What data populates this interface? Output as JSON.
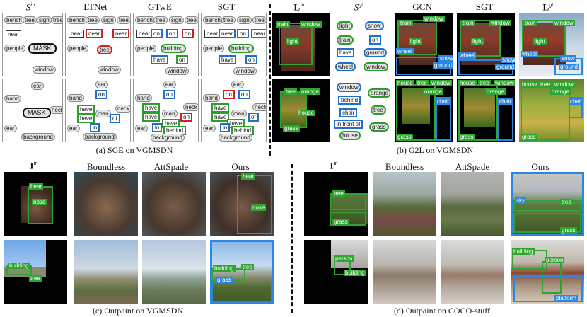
{
  "sge": {
    "headers": [
      "S^in",
      "LTNet",
      "GTwE",
      "SGT"
    ],
    "caption": "(a) SGE on VGMSDN",
    "top_row": {
      "input": [
        "bench",
        "tree",
        "sign",
        "tree",
        "near",
        "people",
        "MASK",
        "window"
      ],
      "ltnet": [
        "bench",
        "tree",
        "sign",
        "tree",
        "near",
        "near",
        "near",
        "people",
        "tree",
        "window"
      ],
      "gtwe": [
        "bench",
        "tree",
        "sign",
        "tree",
        "near",
        "on",
        "on",
        "on",
        "people",
        "building",
        "have",
        "on",
        "window"
      ],
      "sgt": [
        "bench",
        "tree",
        "sign",
        "tree",
        "near",
        "near",
        "on",
        "near",
        "people",
        "building",
        "have",
        "on",
        "window"
      ]
    },
    "bottom_row": {
      "input": [
        "ear",
        "hand",
        "neck",
        "MASK",
        "ear",
        "background"
      ],
      "ltnet": [
        "ear",
        "on",
        "hand",
        "have",
        "neck",
        "man",
        "have",
        "of",
        "ear",
        "in",
        "background"
      ],
      "gtwe": [
        "ear",
        "on",
        "hand",
        "have",
        "neck",
        "have",
        "man",
        "have",
        "on",
        "ear",
        "in",
        "behind",
        "background"
      ],
      "sgt": [
        "ear",
        "on",
        "on",
        "hand",
        "have",
        "have",
        "neck",
        "man",
        "have",
        "of",
        "ear",
        "in",
        "behind",
        "background"
      ]
    }
  },
  "g2l": {
    "headers": [
      "L^in",
      "S^gt",
      "GCN",
      "SGT",
      "L^gt"
    ],
    "caption": "(b) G2L on VGMSDN",
    "top_row": {
      "lin_tags": [
        "train",
        "window",
        "light"
      ],
      "sgt_nodes": [
        "light",
        "snow",
        "train",
        "on",
        "have",
        "ground",
        "wheel",
        "window"
      ],
      "gcn_tags": [
        "train",
        "window",
        "light",
        "wheel",
        "snow",
        "ground"
      ],
      "sgt_tags": [
        "train",
        "window",
        "light",
        "wheel",
        "snow",
        "ground"
      ],
      "lgt_tags": [
        "train",
        "window",
        "light",
        "wheel",
        "snow",
        "ground"
      ]
    },
    "bottom_row": {
      "lin_tags": [
        "tree",
        "orange",
        "house",
        "grass"
      ],
      "sgt_nodes": [
        "window",
        "orange",
        "behind",
        "chair",
        "tree",
        "in front of",
        "house",
        "grass"
      ],
      "gcn_tags": [
        "house",
        "tree",
        "window",
        "orange",
        "chair",
        "grass"
      ],
      "sgt_tags": [
        "house",
        "tree",
        "window",
        "orange",
        "chair",
        "grass"
      ],
      "lgt_tags": [
        "house",
        "tree",
        "window",
        "orange",
        "chair",
        "grass"
      ]
    }
  },
  "outpaint_vg": {
    "headers": [
      "I^in",
      "Boundless",
      "AttSpade",
      "Ours"
    ],
    "caption": "(c) Outpaint on VGMSDN",
    "top_row": {
      "input_tags": [
        "bear",
        "nose"
      ],
      "ours_tags": [
        "bear",
        "nose"
      ]
    },
    "bottom_row": {
      "input_tags": [
        "building",
        "tree"
      ],
      "ours_tags": [
        "building",
        "tree",
        "grass"
      ]
    }
  },
  "outpaint_coco": {
    "headers": [
      "I^in",
      "Boundless",
      "AttSpade",
      "Ours"
    ],
    "caption": "(d) Outpaint on COCO-stuff",
    "top_row": {
      "input_tags": [
        "tree",
        "grass"
      ],
      "ours_tags": [
        "sky",
        "tree",
        "grass"
      ]
    },
    "bottom_row": {
      "input_tags": [
        "person",
        "building"
      ],
      "ours_tags": [
        "building",
        "person",
        "platform"
      ]
    }
  },
  "colors": {
    "green": "#2fa52f",
    "blue": "#2a86e0",
    "red": "#d02020"
  }
}
